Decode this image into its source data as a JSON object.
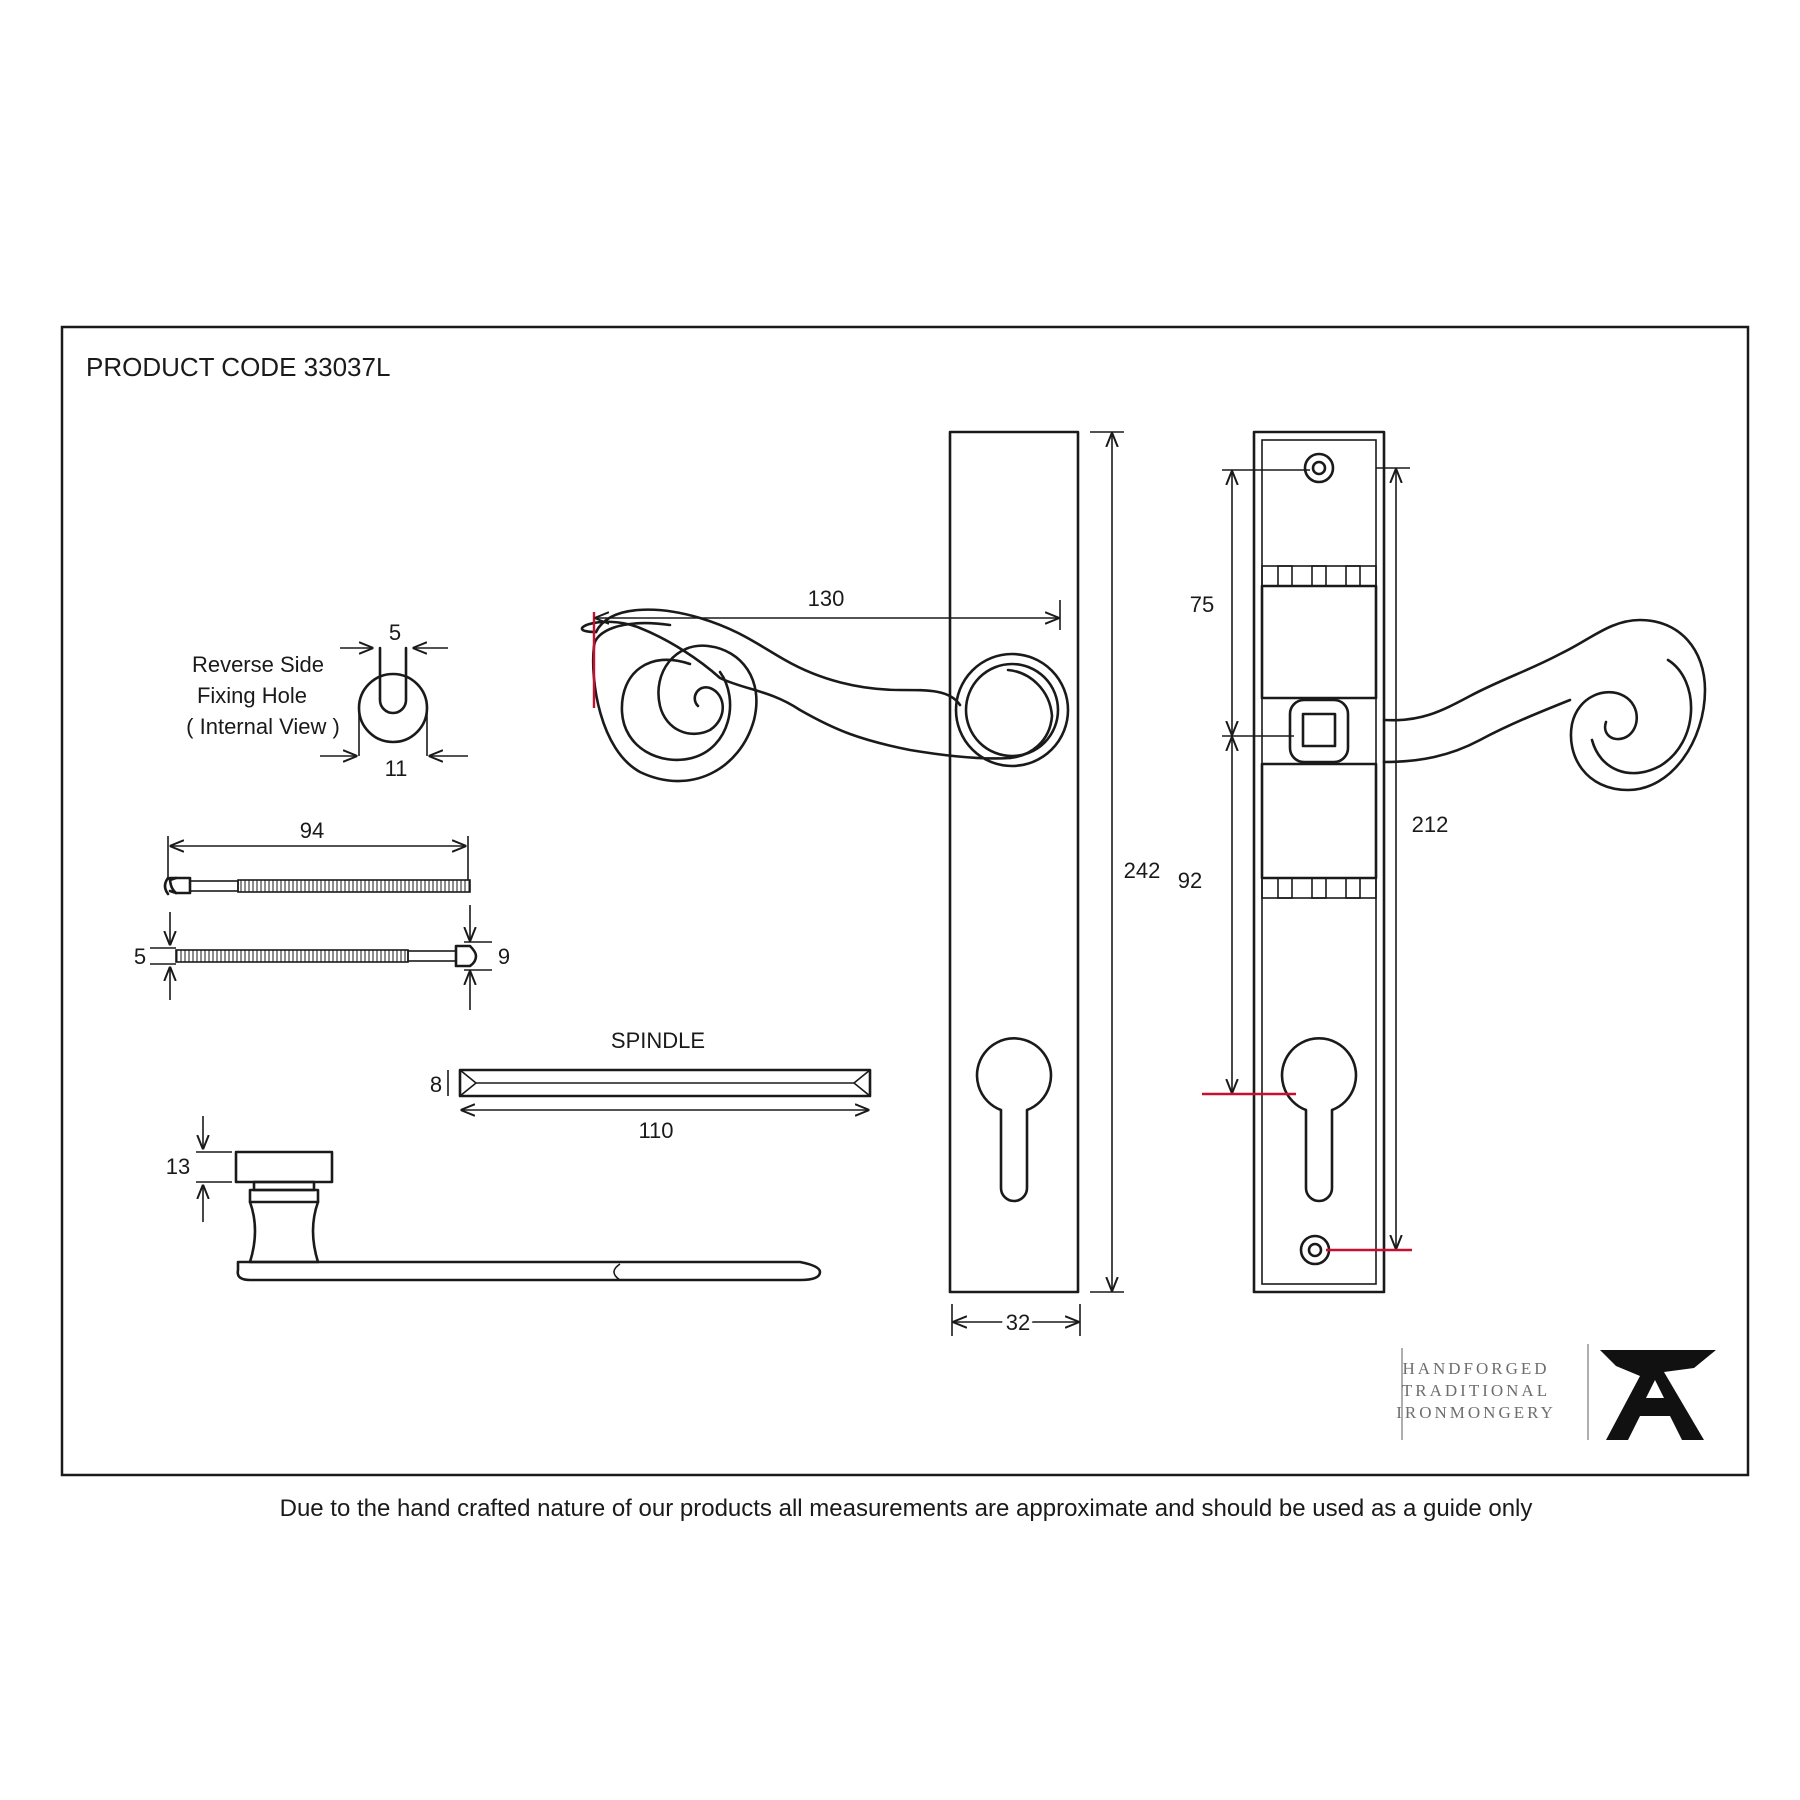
{
  "product_code_label": "PRODUCT CODE  33037L",
  "disclaimer": "Due to the hand crafted nature of our products all measurements are approximate and should be used as a guide only",
  "fixing_hole": {
    "label_line1": "Reverse Side",
    "label_line2": "Fixing Hole",
    "label_line3": "( Internal View )",
    "inner_dim": "5",
    "outer_dim": "11"
  },
  "bolts": {
    "length": "94",
    "shank_dim": "5",
    "head_dim": "9"
  },
  "spindle": {
    "label": "SPINDLE",
    "size": "8",
    "length": "110"
  },
  "rose_height": "13",
  "handle": {
    "lever_length": "130",
    "plate_height": "242",
    "plate_width": "32"
  },
  "backplate": {
    "top_dim": "75",
    "lower_dim": "92",
    "centers": "212"
  },
  "brand": {
    "line1": "HANDFORGED",
    "line2": "TRADITIONAL",
    "line3": "IRONMONGERY",
    "logo_letter": "A"
  },
  "colors": {
    "line": "#1a1a1a",
    "accent_red": "#c8102e",
    "brand_grey": "#6e6e6e"
  }
}
